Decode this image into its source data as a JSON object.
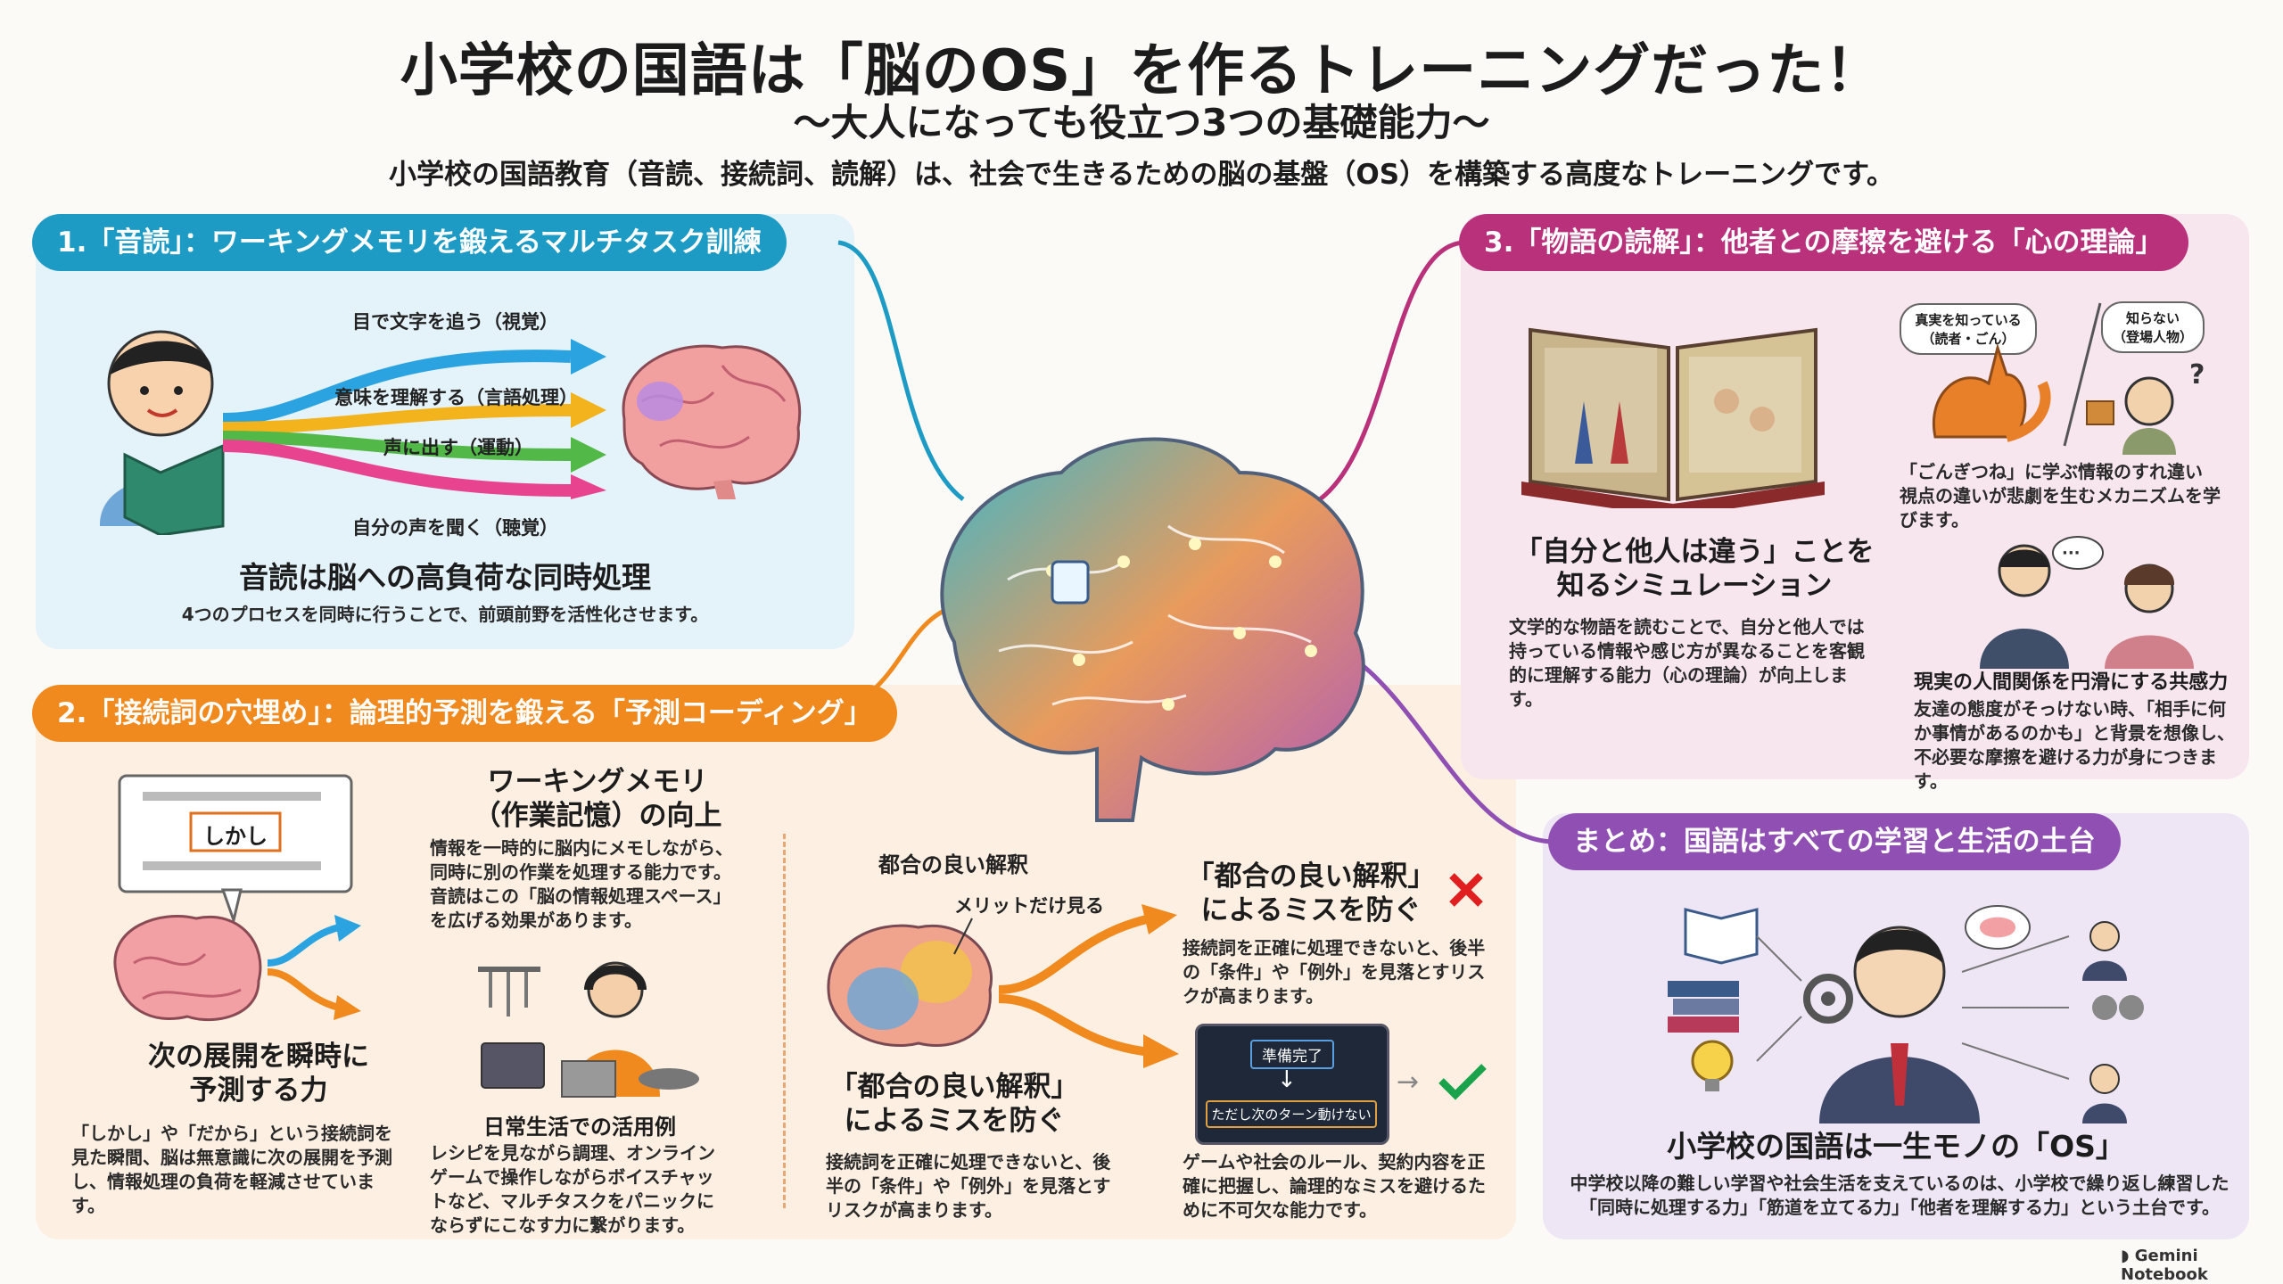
{
  "header": {
    "title": "小学校の国語は「脳のOS」を作るトレーニングだった！",
    "subtitle": "〜大人になっても役立つ3つの基礎能力〜",
    "intro": "小学校の国語教育（音読、接続詞、読解）は、社会で生きるための脳の基盤（OS）を構築する高度なトレーニングです。"
  },
  "section1": {
    "heading": "1.「音読」：ワーキングメモリを鍛えるマルチタスク訓練",
    "arrows": [
      "目で文字を追う（視覚）",
      "意味を理解する（言語処理）",
      "声に出す（運動）",
      "自分の声を聞く（聴覚）"
    ],
    "summary_title": "音読は脳への高負荷な同時処理",
    "summary_text": "4つのプロセスを同時に行うことで、前頭前野を活性化させます。",
    "colors": [
      "#2aa3e0",
      "#f2b31d",
      "#52b848",
      "#e8438f"
    ]
  },
  "section2": {
    "heading": "2.「接続詞の穴埋め」：論理的予測を鍛える「予測コーディング」",
    "bubble_word": "しかし",
    "predict_title": "次の展開を瞬時に\n予測する力",
    "predict_text": "「しかし」や「だから」という接続詞を見た瞬間、脳は無意識に次の展開を予測し、情報処理の負荷を軽減させています。",
    "wm_title": "ワーキングメモリ\n（作業記憶）の向上",
    "wm_text": "情報を一時的に脳内にメモしながら、同時に別の作業を処理する能力です。音読はこの「脳の情報処理スペース」を広げる効果があります。",
    "daily_title": "日常生活での活用例",
    "daily_text": "レシピを見ながら調理、オンラインゲームで操作しながらボイスチャットなど、マルチタスクをパニックにならずにこなす力に繋がります。",
    "convenient_label": "都合の良い解釈",
    "merit_label": "メリットだけ見る",
    "mistake_title": "「都合の良い解釈」\nによるミスを防ぐ",
    "mistake_text": "接続詞を正確に処理できないと、後半の「条件」や「例外」を見落とすリスクが高まります。",
    "mistake_title2": "「都合の良い解釈」\nによるミスを防ぐ",
    "mistake_text2": "接続詞を正確に処理できないと、後半の「条件」や「例外」を見落とすリスクが高まります。",
    "screen_top": "準備完了",
    "screen_bottom": "ただし次のターン動けない",
    "game_text": "ゲームや社会のルール、契約内容を正確に把握し、論理的なミスを避けるために不可欠な能力です。"
  },
  "section3": {
    "heading": "3.「物語の読解」：他者との摩擦を避ける「心の理論」",
    "knows_label": "真実を知っている\n（読者・ごん）",
    "unknown_label": "知らない\n（登場人物）",
    "gongitsune_text": "「ごんぎつね」に学ぶ情報のすれ違い\n視点の違いが悲劇を生むメカニズムを学びます。",
    "sim_title": "「自分と他人は違う」ことを\n知るシミュレーション",
    "sim_text": "文学的な物語を読むことで、自分と他人では持っている情報や感じ方が異なることを客観的に理解する能力（心の理論）が向上します。",
    "empathy_title": "現実の人間関係を円滑にする共感力",
    "empathy_text": "友達の態度がそっけない時、「相手に何か事情があるのかも」と背景を想像し、不必要な摩擦を避ける力が身につきます。"
  },
  "section4": {
    "heading": "まとめ：国語はすべての学習と生活の土台",
    "final_title": "小学校の国語は一生モノの「OS」",
    "final_text": "中学校以降の難しい学習や社会生活を支えているのは、小学校で繰り返し練習した「同時に処理する力」「筋道を立てる力」「他者を理解する力」という土台です。"
  },
  "footer": {
    "brand": "Gemini Notebook"
  }
}
